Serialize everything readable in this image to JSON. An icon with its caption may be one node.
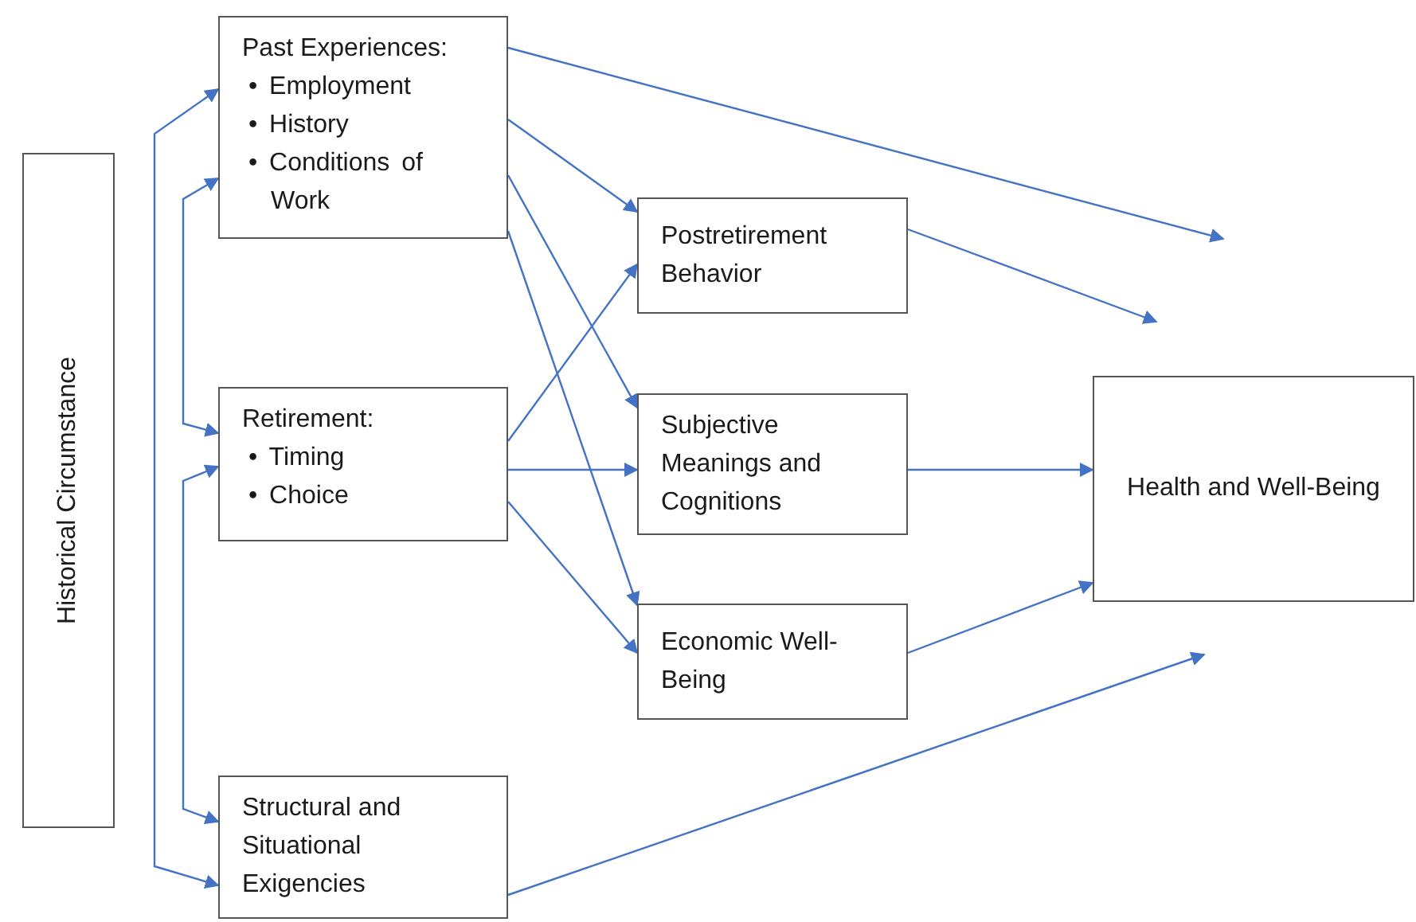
{
  "diagram": {
    "nodes": [
      {
        "text": [
          "Historical Circumstance"
        ]
      },
      {
        "text": [
          "Past Experiences:",
          "• Employment",
          "• History",
          "• Conditions of Work"
        ]
      },
      {
        "text": [
          "Postretirement Behavior"
        ]
      },
      {
        "text": [
          "Retirement:",
          "• Timing",
          "• Choice"
        ]
      },
      {
        "text": [
          "Subjective Meanings and Cognitions"
        ]
      },
      {
        "text": [
          "Economic Well-Being"
        ]
      },
      {
        "text": [
          "Structural and Situational Exigencies"
        ]
      },
      {
        "text": [
          "Health and Well-Being"
        ]
      }
    ],
    "edges": [
      {
        "from": 1,
        "to": 6,
        "arrow": "both"
      },
      {
        "from": 1,
        "to": 3,
        "arrow": "both"
      },
      {
        "from": 3,
        "to": 6,
        "arrow": "both"
      },
      {
        "from": 1,
        "to": null,
        "arrow": "to"
      },
      {
        "from": 1,
        "to": 2,
        "arrow": "to"
      },
      {
        "from": 1,
        "to": 4,
        "arrow": "to"
      },
      {
        "from": 1,
        "to": 5,
        "arrow": "to"
      },
      {
        "from": 3,
        "to": 2,
        "arrow": "to"
      },
      {
        "from": 3,
        "to": 4,
        "arrow": "to"
      },
      {
        "from": 3,
        "to": 5,
        "arrow": "to"
      },
      {
        "from": 2,
        "to": null,
        "arrow": "to"
      },
      {
        "from": 4,
        "to": 7,
        "arrow": "to"
      },
      {
        "from": 5,
        "to": 7,
        "arrow": "to"
      },
      {
        "from": 6,
        "to": null,
        "arrow": "to"
      }
    ]
  }
}
